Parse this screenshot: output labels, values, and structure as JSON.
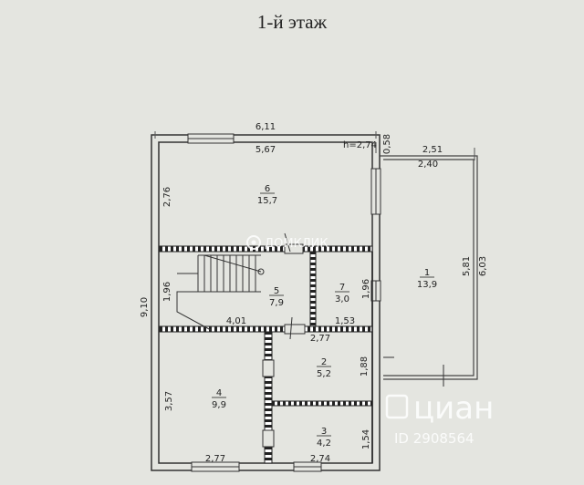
{
  "title": "1-й этаж",
  "dimensions": {
    "top_outer": "6,11",
    "top_inner": "5,67",
    "ceiling_height": "h=2,74",
    "wall_right_top": "0,58",
    "terrace_outer_top": "2,51",
    "terrace_inner_top": "2,40",
    "terrace_inner_side": "5,81",
    "terrace_outer_side": "6,03",
    "left_total": "9,10",
    "room6_height": "2,76",
    "hall_height_left": "1,96",
    "hall_height_right": "1,96",
    "stair_width": "4,01",
    "room7_width": "1,53",
    "room2_width": "2,77",
    "room4_height": "3,57",
    "room2_height": "1,88",
    "room3_height": "1,54",
    "bottom_left": "2,77",
    "bottom_right": "2,74"
  },
  "rooms": [
    {
      "number": "1",
      "area": "13,9"
    },
    {
      "number": "2",
      "area": "5,2"
    },
    {
      "number": "3",
      "area": "4,2"
    },
    {
      "number": "4",
      "area": "9,9"
    },
    {
      "number": "5",
      "area": "7,9"
    },
    {
      "number": "6",
      "area": "15,7"
    },
    {
      "number": "7",
      "area": "3,0"
    }
  ],
  "watermarks": {
    "domclick": "ДОМКЛИК",
    "cian": "циан",
    "id": "ID 2908564"
  }
}
